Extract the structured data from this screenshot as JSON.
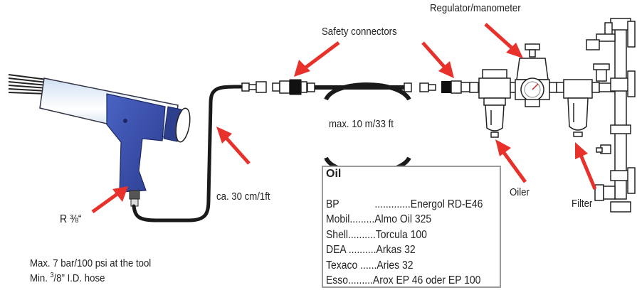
{
  "labels": {
    "regulator": "Regulator/manometer",
    "safety_connectors": "Safety connectors",
    "hose_length": "max. 10 m/33 ft",
    "short_hose": "ca. 30 cm/1ft",
    "oiler": "Oiler",
    "filter": "Filter",
    "thread": "R ⅜“"
  },
  "oil": {
    "title": "Oil",
    "rows": [
      {
        "brand": "BP",
        "product": "Energol RD-E46"
      },
      {
        "brand": "Mobil",
        "product": "Almo Oil 325"
      },
      {
        "brand": "Shell",
        "product": "Torcula 100"
      },
      {
        "brand": "DEA",
        "product": "Arkas 32"
      },
      {
        "brand": "Texaco",
        "product": "Aries 32"
      },
      {
        "brand": "Esso",
        "product": "Arox EP 46 oder EP 100"
      }
    ]
  },
  "notes": {
    "line1": "Max. 7 bar/100 psi at the tool",
    "line2_prefix": "Min. ",
    "line2_sup": "3",
    "line2_suffix": "/8” I.D. hose"
  },
  "colors": {
    "arrow": "#e8312b",
    "tool_body": "#3b4fa8",
    "hose": "#1a1a1a",
    "box_border": "#9a9a9a"
  }
}
